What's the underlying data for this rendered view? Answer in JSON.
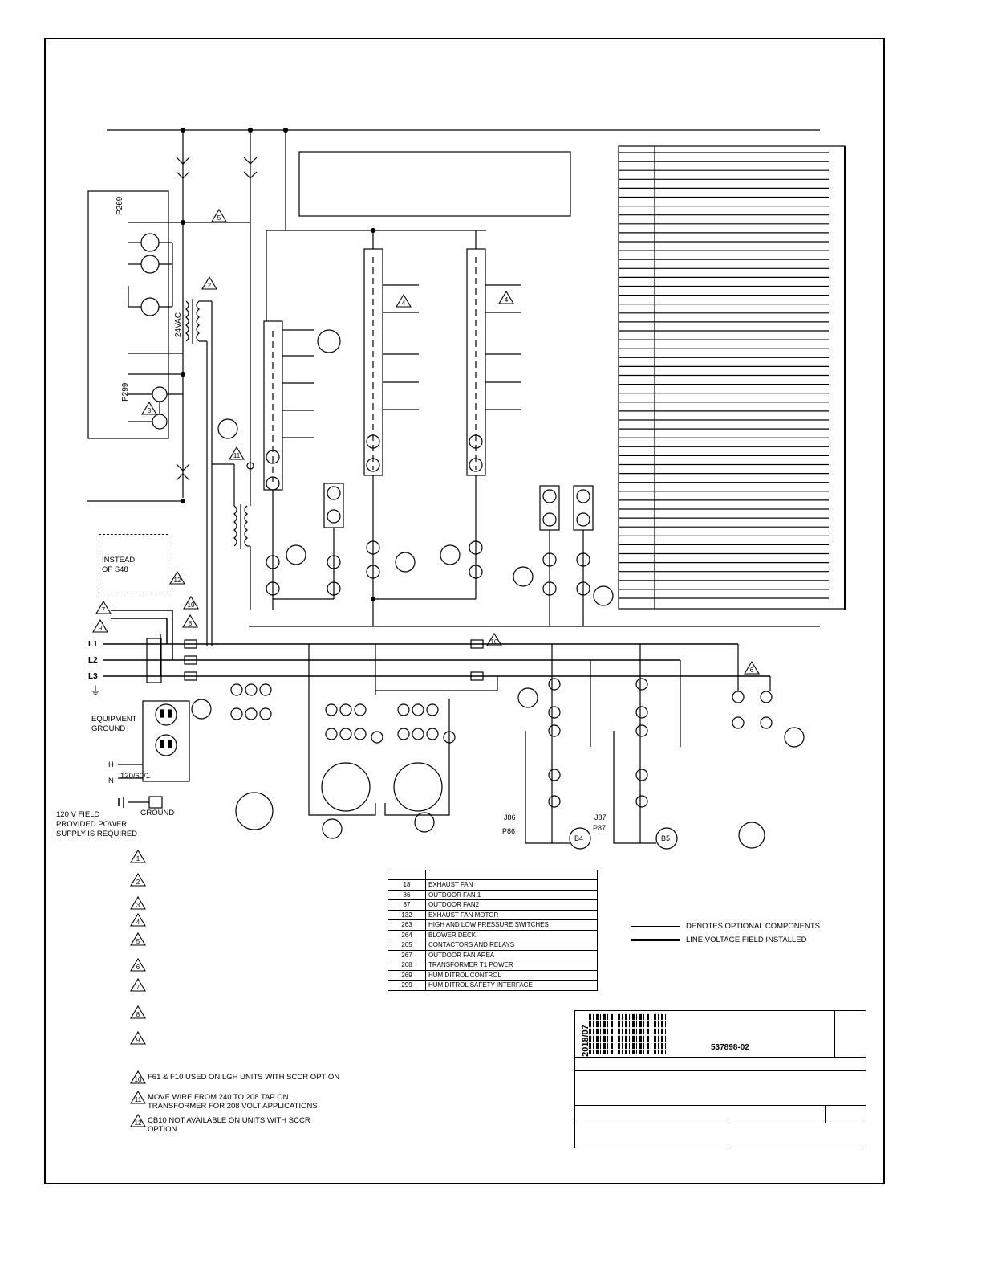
{
  "labels": {
    "p269": "P269",
    "p299": "P299",
    "vac24": "24VAC",
    "instead_of_line1": "INSTEAD",
    "instead_of_line2": "OF S48",
    "l1": "L1",
    "l2": "L2",
    "l3": "L3",
    "equipment_ground_line1": "EQUIPMENT",
    "equipment_ground_line2": "GROUND",
    "h": "H",
    "n": "N",
    "supply_120": "120/60/1",
    "ground": "GROUND",
    "field_supply_line1": "120 V FIELD",
    "field_supply_line2": "PROVIDED POWER",
    "field_supply_line3": "SUPPLY IS REQUIRED",
    "j86": "J86",
    "p86": "P86",
    "j87": "J87",
    "p87": "P87",
    "b4": "B4",
    "b5": "B5"
  },
  "warning_markers": {
    "m5": "5",
    "m2": "2",
    "m3": "3",
    "m4a": "4",
    "m4b": "4",
    "m11": "11",
    "m12": "12",
    "m7": "7",
    "m9": "9",
    "m10a": "10",
    "m8": "8",
    "m10b": "10",
    "m6": "6"
  },
  "notes": [
    {
      "marker": "1",
      "text": ""
    },
    {
      "marker": "2",
      "text": ""
    },
    {
      "marker": "3",
      "text": ""
    },
    {
      "marker": "4",
      "text": ""
    },
    {
      "marker": "5",
      "text": ""
    },
    {
      "marker": "6",
      "text": ""
    },
    {
      "marker": "7",
      "text": ""
    },
    {
      "marker": "8",
      "text": ""
    },
    {
      "marker": "9",
      "text": ""
    },
    {
      "marker": "10",
      "text": "F61 & F10 USED ON LGH UNITS WITH SCCR OPTION"
    },
    {
      "marker": "11",
      "text": "MOVE WIRE FROM 240 TO 208 TAP ON",
      "text2": "TRANSFORMER FOR 208 VOLT APPLICATIONS"
    },
    {
      "marker": "12",
      "text": "CB10 NOT AVAILABLE ON UNITS WITH SCCR",
      "text2": "OPTION"
    }
  ],
  "key_table": {
    "header": [
      "",
      ""
    ],
    "rows": [
      {
        "num": "18",
        "desc": "EXHAUST FAN"
      },
      {
        "num": "86",
        "desc": "OUTDOOR FAN 1"
      },
      {
        "num": "87",
        "desc": "OUTDOOR FAN2"
      },
      {
        "num": "132",
        "desc": "EXHAUST FAN MOTOR"
      },
      {
        "num": "263",
        "desc": "HIGH AND LOW PRESSURE SWITCHES"
      },
      {
        "num": "264",
        "desc": "BLOWER DECK"
      },
      {
        "num": "265",
        "desc": "CONTACTORS AND RELAYS"
      },
      {
        "num": "267",
        "desc": "OUTDOOR FAN AREA"
      },
      {
        "num": "268",
        "desc": "TRANSFORMER T1 POWER"
      },
      {
        "num": "269",
        "desc": "HUMIDITROL CONTROL"
      },
      {
        "num": "299",
        "desc": "HUMIDITROL SAFETY INTERFACE"
      }
    ]
  },
  "legend": [
    {
      "text": "DENOTES OPTIONAL COMPONENTS"
    },
    {
      "text": "LINE VOLTAGE FIELD INSTALLED"
    }
  ],
  "title_block": {
    "date": "2018/07",
    "part_number": "537898-02"
  }
}
